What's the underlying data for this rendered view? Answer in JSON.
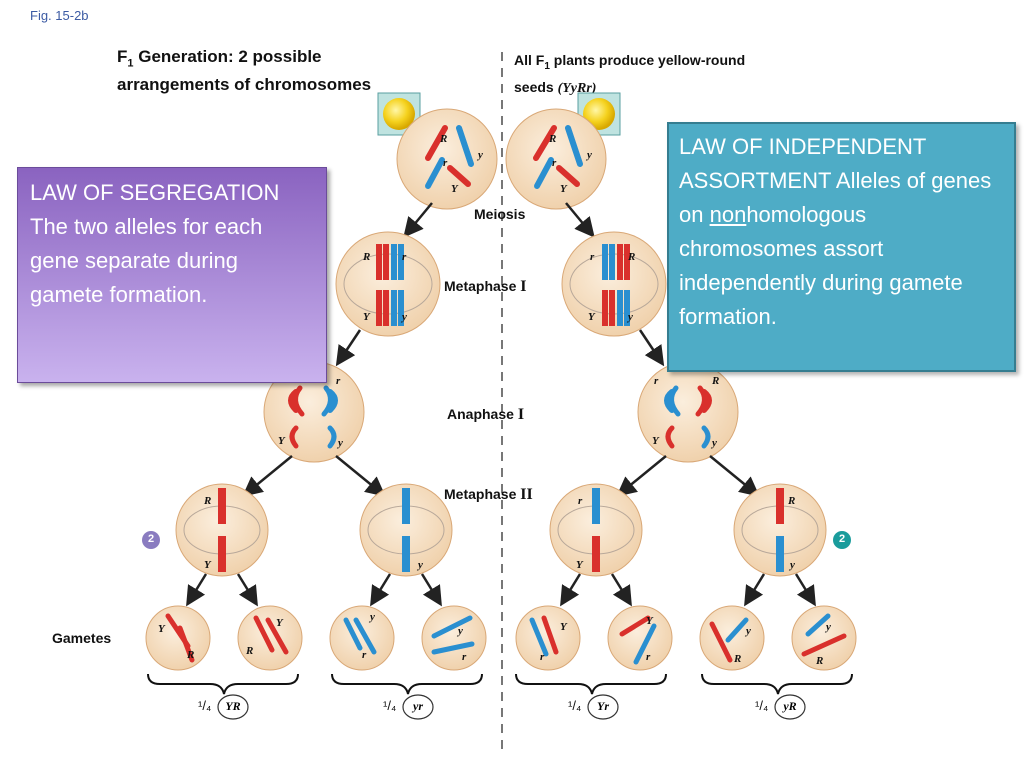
{
  "fig_label": "Fig. 15-2b",
  "left_title": {
    "prefix": "F",
    "sub": "1",
    "rest": " Generation: 2 possible arrangements of chromosomes"
  },
  "right_title": {
    "prefix": "All F",
    "sub": "1",
    "rest": " plants produce yellow-round seeds ",
    "genotype": "(YyRr)"
  },
  "stages": {
    "meiosis": "Meiosis",
    "metaphase1": {
      "word": "Metaphase ",
      "numeral": "I"
    },
    "anaphase1": {
      "word": "Anaphase ",
      "numeral": "I"
    },
    "metaphase2": {
      "word": "Metaphase ",
      "numeral": "II"
    }
  },
  "gametes_label": "Gametes",
  "step_badges": [
    "2",
    "2"
  ],
  "gamete_fractions": [
    {
      "frac": "¹/₄",
      "genotype": "YR"
    },
    {
      "frac": "¹/₄",
      "genotype": "yr"
    },
    {
      "frac": "¹/₄",
      "genotype": "Yr"
    },
    {
      "frac": "¹/₄",
      "genotype": "yR"
    }
  ],
  "segregation_box": {
    "heading": "LAW OF SEGREGATION",
    "body": "The two alleles for each gene separate during gamete  formation."
  },
  "independent_box": {
    "before": "LAW OF INDEPENDENT ASSORTMENT Alleles of genes  on ",
    "underlined": "non",
    "after": "homologous chromosomes assort independently during gamete  formation."
  },
  "allele_labels": {
    "R": "R",
    "r": "r",
    "Y": "Y",
    "y": "y"
  },
  "colors": {
    "maternal_chromosome": "#d9302c",
    "paternal_chromosome": "#2a8fd0",
    "cell_fill": "#f6dfc4",
    "segregation_box": "#8a63c0",
    "independent_box": "#4eacc6",
    "badge_left": "#8a7cc0",
    "badge_right": "#1a9c9c"
  }
}
